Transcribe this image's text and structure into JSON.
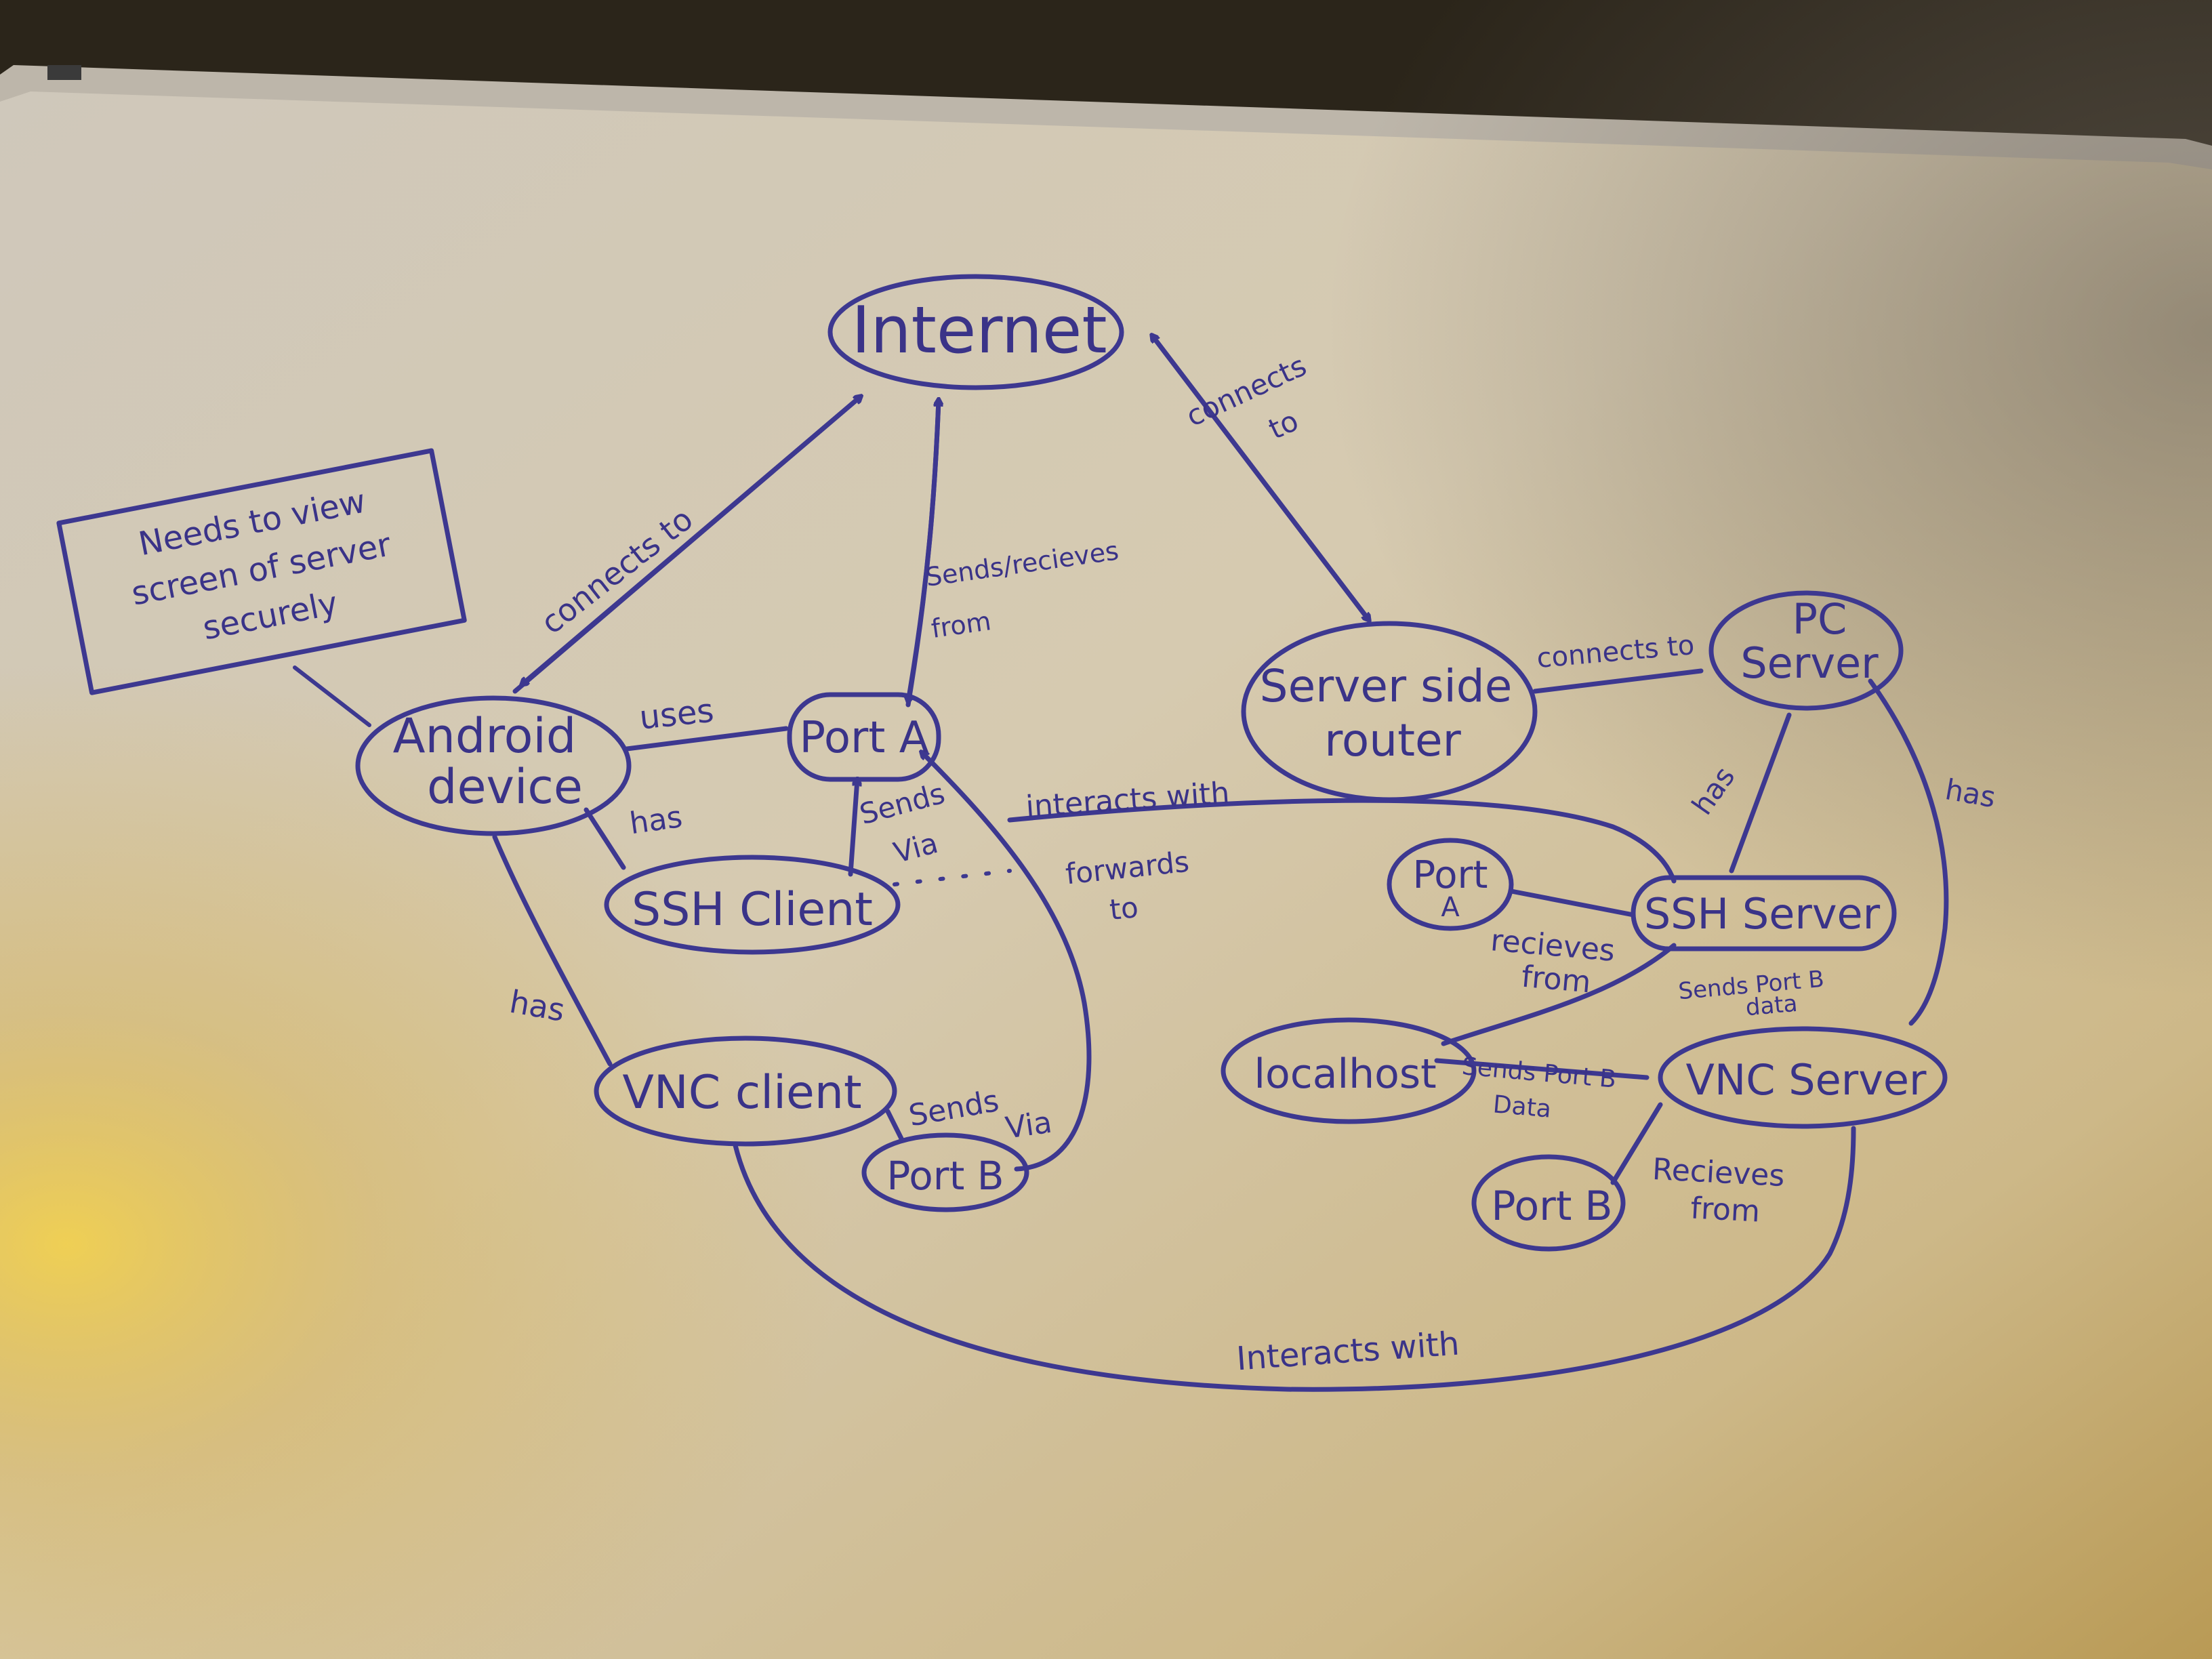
{
  "diagram": {
    "nodes": {
      "internet": "Internet",
      "note_line1": "Needs to view",
      "note_line2": "screen of server",
      "note_line3": "securely",
      "android_line1": "Android",
      "android_line2": "device",
      "port_a_client": "Port A",
      "ssh_client": "SSH Client",
      "vnc_client": "VNC client",
      "port_b_client": "Port B",
      "router_line1": "Server side",
      "router_line2": "router",
      "pc_line1": "PC",
      "pc_line2": "Server",
      "port_a_server_line1": "Port",
      "port_a_server_line2": "A",
      "ssh_server": "SSH Server",
      "localhost": "localhost",
      "vnc_server": "VNC Server",
      "port_b_server": "Port B"
    },
    "edges": {
      "android_internet": "connects to",
      "internet_router_1": "connects",
      "internet_router_2": "to",
      "porta_internet_1": "Sends/recieves",
      "porta_internet_2": "from",
      "android_porta": "uses",
      "android_ssh": "has",
      "ssh_porta_1": "Sends",
      "ssh_porta_2": "Via",
      "ssh_sshserver": "interacts with",
      "portb_porta_1": "forwards",
      "portb_porta_2": "to",
      "android_vnc": "has",
      "vnc_portb_1": "Sends",
      "vnc_portb_2": "Via",
      "router_pc": "connects to",
      "pc_ssh": "has",
      "pc_vnc": "has",
      "porta_sshserver_1": "recieves",
      "porta_sshserver_2": "from",
      "sshserver_localhost_1": "Sends Port B",
      "sshserver_localhost_2": "data",
      "localhost_vnc_1": "Sends Port B",
      "localhost_vnc_2": "Data",
      "portb_vncserver_1": "Recieves",
      "portb_vncserver_2": "from",
      "vncclient_vncserver": "Interacts with"
    }
  },
  "colors": {
    "ink": "#3d3890",
    "board": "#d8cfbd"
  }
}
